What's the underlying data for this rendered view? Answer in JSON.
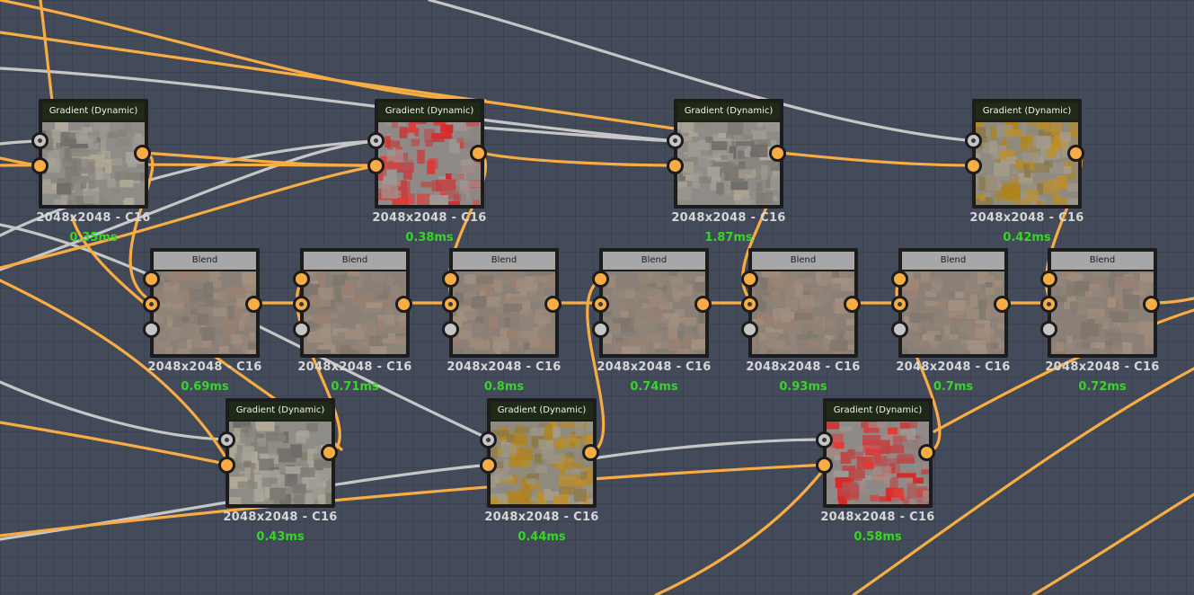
{
  "colors": {
    "background": "#434a59",
    "wire_orange": "#f8ad44",
    "wire_gray": "#c6c6c6",
    "node_body": "#1c1c1c",
    "gradient_header": "#1e2a15",
    "blend_header": "#a7a7a7",
    "timing_text": "#36d626",
    "size_text": "#d6d6d6"
  },
  "nodes": [
    {
      "id": "g1",
      "type": "gradient",
      "title": "Gradient (Dynamic)",
      "size_label": "2048x2048 - C16",
      "time_label": "0.35ms",
      "tint": "gray"
    },
    {
      "id": "g2",
      "type": "gradient",
      "title": "Gradient (Dynamic)",
      "size_label": "2048x2048 - C16",
      "time_label": "0.38ms",
      "tint": "red"
    },
    {
      "id": "g3",
      "type": "gradient",
      "title": "Gradient (Dynamic)",
      "size_label": "2048x2048 - C16",
      "time_label": "1.87ms",
      "tint": "gray"
    },
    {
      "id": "g4",
      "type": "gradient",
      "title": "Gradient (Dynamic)",
      "size_label": "2048x2048 - C16",
      "time_label": "0.42ms",
      "tint": "amber"
    },
    {
      "id": "b1",
      "type": "blend",
      "title": "Blend",
      "size_label": "2048x2048 - C16",
      "time_label": "0.69ms",
      "tint": "blend"
    },
    {
      "id": "b2",
      "type": "blend",
      "title": "Blend",
      "size_label": "2048x2048 - C16",
      "time_label": "0.71ms",
      "tint": "blend"
    },
    {
      "id": "b3",
      "type": "blend",
      "title": "Blend",
      "size_label": "2048x2048 - C16",
      "time_label": "0.8ms",
      "tint": "blend"
    },
    {
      "id": "b4",
      "type": "blend",
      "title": "Blend",
      "size_label": "2048x2048 - C16",
      "time_label": "0.74ms",
      "tint": "blend"
    },
    {
      "id": "b5",
      "type": "blend",
      "title": "Blend",
      "size_label": "2048x2048 - C16",
      "time_label": "0.93ms",
      "tint": "blend"
    },
    {
      "id": "b6",
      "type": "blend",
      "title": "Blend",
      "size_label": "2048x2048 - C16",
      "time_label": "0.7ms",
      "tint": "blend"
    },
    {
      "id": "b7",
      "type": "blend",
      "title": "Blend",
      "size_label": "2048x2048 - C16",
      "time_label": "0.72ms",
      "tint": "blend"
    },
    {
      "id": "g5",
      "type": "gradient",
      "title": "Gradient (Dynamic)",
      "size_label": "2048x2048 - C16",
      "time_label": "0.43ms",
      "tint": "gray"
    },
    {
      "id": "g6",
      "type": "gradient",
      "title": "Gradient (Dynamic)",
      "size_label": "2048x2048 - C16",
      "time_label": "0.44ms",
      "tint": "amber"
    },
    {
      "id": "g7",
      "type": "gradient",
      "title": "Gradient (Dynamic)",
      "size_label": "2048x2048 - C16",
      "time_label": "0.58ms",
      "tint": "red"
    }
  ]
}
